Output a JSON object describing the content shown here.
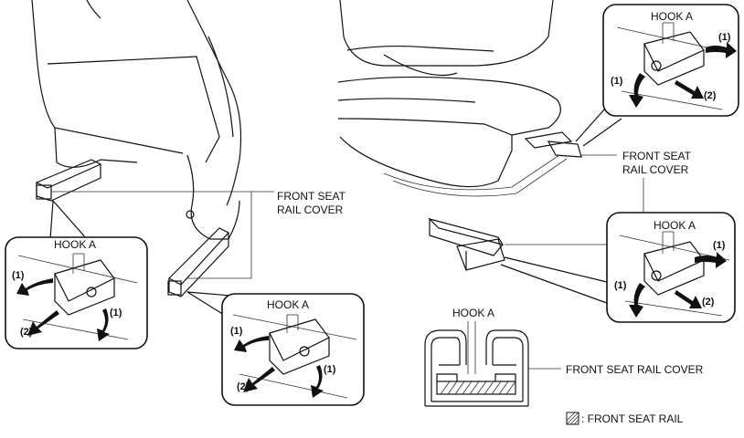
{
  "labels": {
    "hook": "HOOK A",
    "front_seat_rail_cover_2line": [
      "FRONT SEAT",
      "RAIL COVER"
    ],
    "front_seat_rail_cover": "FRONT SEAT RAIL COVER",
    "legend": ": FRONT SEAT RAIL",
    "step1": "(1)",
    "step2": "(2)"
  }
}
